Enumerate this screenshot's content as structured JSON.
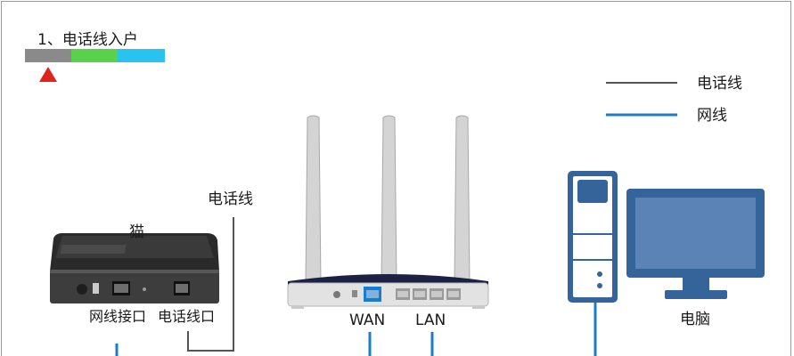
{
  "step": {
    "title": "1、电话线入户"
  },
  "progress": {
    "colors": [
      "#8a8a8a",
      "#59d14a",
      "#29c3f0"
    ],
    "marker_color": "#e0241b"
  },
  "legend": {
    "items": [
      {
        "label": "电话线",
        "color": "#555555"
      },
      {
        "label": "网线",
        "color": "#1a7ccc"
      }
    ]
  },
  "labels": {
    "modem": "猫",
    "phone_line": "电话线",
    "modem_net_port": "网线接口",
    "modem_phone_port": "电话线口",
    "router_wan": "WAN",
    "router_lan": "LAN",
    "computer": "电脑"
  },
  "colors": {
    "cable_blue": "#1a7ccc",
    "cable_gray": "#555555",
    "pc_blue": "#34649a",
    "pc_screen": "#5b83b6"
  }
}
